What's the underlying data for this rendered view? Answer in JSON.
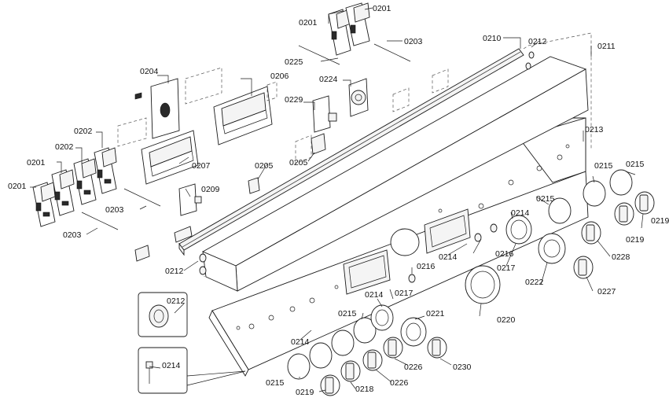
{
  "labels": {
    "p0201": "0201",
    "p0202": "0202",
    "p0203": "0203",
    "p0204": "0204",
    "p0205": "0205",
    "p0206": "0206",
    "p0207": "0207",
    "p0209": "0209",
    "p0210": "0210",
    "p0211": "0211",
    "p0212": "0212",
    "p0213": "0213",
    "p0214": "0214",
    "p0215": "0215",
    "p0216": "0216",
    "p0217": "0217",
    "p0218": "0218",
    "p0219": "0219",
    "p0220": "0220",
    "p0221": "0221",
    "p0222": "0222",
    "p0224": "0224",
    "p0225": "0225",
    "p0226": "0226",
    "p0227": "0227",
    "p0228": "0228",
    "p0229": "0229",
    "p0230": "0230"
  }
}
